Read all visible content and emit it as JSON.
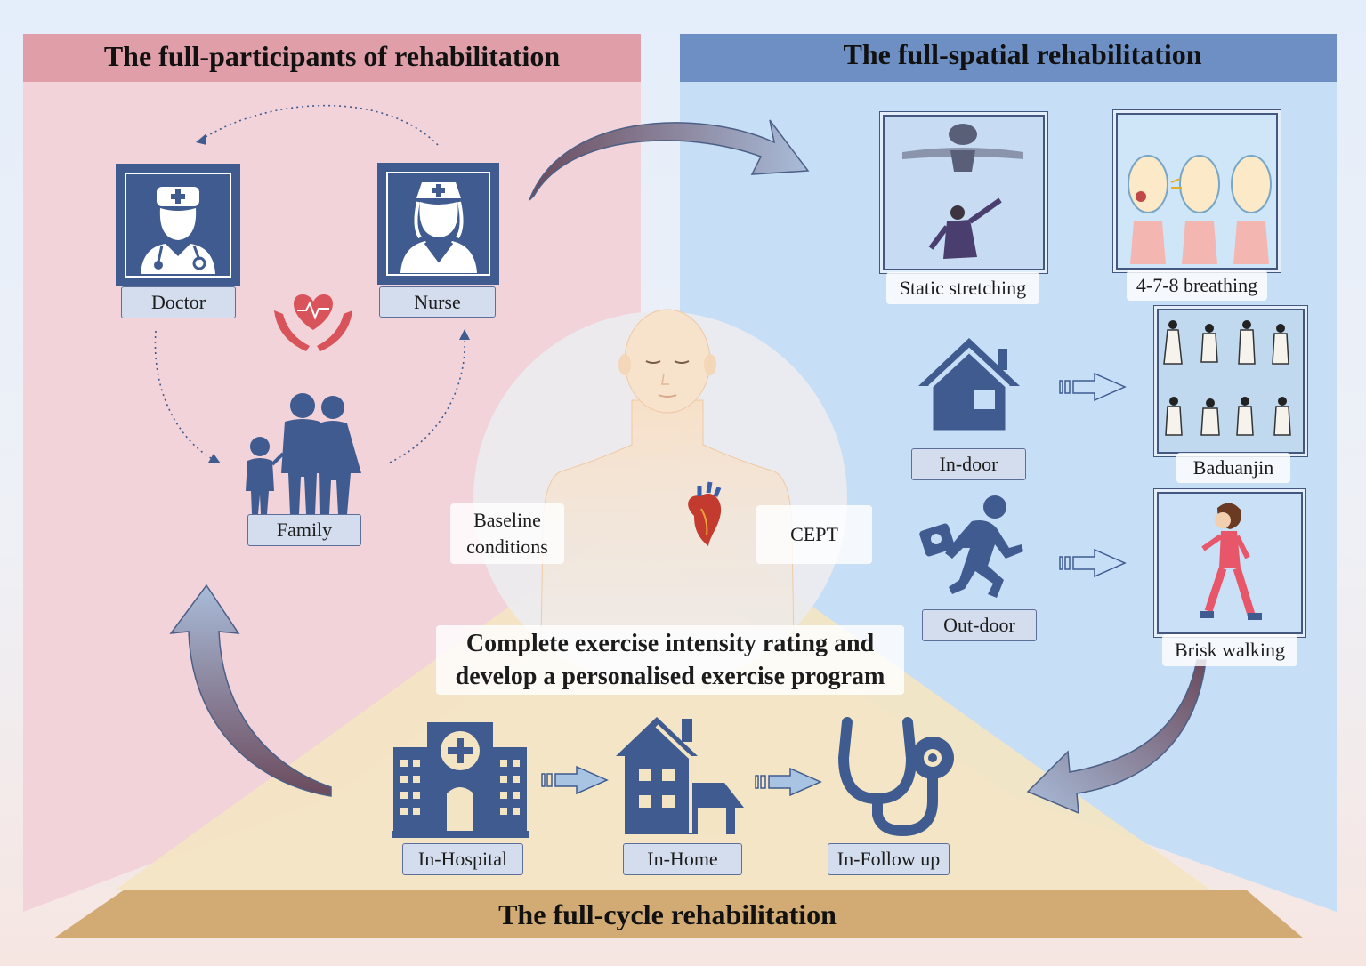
{
  "titles": {
    "participants": "The full-participants of rehabilitation",
    "spatial": "The full-spatial rehabilitation",
    "cycle": "The full-cycle rehabilitation"
  },
  "participants": {
    "doctor": "Doctor",
    "nurse": "Nurse",
    "family": "Family"
  },
  "center": {
    "baseline": "Baseline\nconditions",
    "cept": "CEPT",
    "main_line1": "Complete exercise intensity rating and",
    "main_line2": "develop a personalised exercise program"
  },
  "spatial": {
    "static_stretching": "Static stretching",
    "breathing": "4-7-8 breathing",
    "indoor": "In-door",
    "baduanjin": "Baduanjin",
    "outdoor": "Out-door",
    "brisk_walking": "Brisk walking"
  },
  "cycle": {
    "hospital": "In-Hospital",
    "home": "In-Home",
    "followup": "In-Follow up"
  },
  "colors": {
    "pink_panel": "#f2d3da",
    "pink_title": "#df9ea8",
    "blue_panel": "#c6def6",
    "blue_title": "#6d8fc3",
    "yellow_panel": "#f3e5c4",
    "tan_title": "#d2ab74",
    "icon_navy": "#3f5b8f",
    "heart_red": "#d9535a"
  }
}
